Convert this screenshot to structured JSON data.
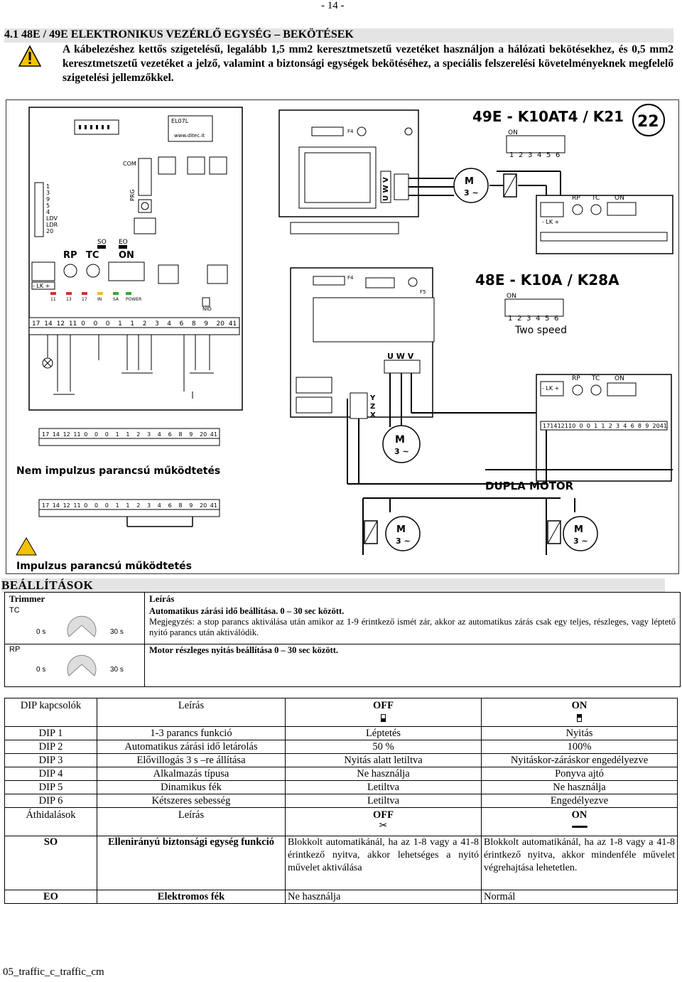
{
  "page_number": "- 14 -",
  "section_title": "4.1 48E / 49E ELEKTRONIKUS VEZÉRLŐ EGYSÉG – BEKÖTÉSEK",
  "warning_text": "A kábelezéshez kettős szigetelésű, legalább 1,5 mm2 keresztmetszetű vezetéket használjon a hálózati bekötésekhez, és 0,5 mm2 keresztmetszetű vezetéket a jelző, valamint a biztonsági egységek bekötéséhez, a speciális felszerelési követelményeknek megfelelő szigetelési jellemzőkkel.",
  "diagram": {
    "model_49e": "49E - K10AT4 / K21",
    "badge": "22",
    "model_48e": "48E - K10A / K28A",
    "two_speed": "Two speed",
    "dupla_motor": "DUPLA MOTOR",
    "nem_impulzus": "Nem impulzus parancsú működtetés",
    "impulzus": "Impulzus parancsú működtetés",
    "board_id": "EL07L",
    "website": "www.ditec.it",
    "com": "COM",
    "prg": "PRG",
    "so": "SO",
    "eo": "EO",
    "rp": "RP",
    "tc": "TC",
    "on": "ON",
    "lk": "- LK +",
    "f4": "F4",
    "f5": "F5",
    "uwv": "U W V",
    "yzx": [
      "Y",
      "Z",
      "X"
    ],
    "motor": "M",
    "motor_sub": "3 ~",
    "terminals": [
      "17",
      "14",
      "12",
      "11",
      "0",
      "0",
      "0",
      "1",
      "1",
      "2",
      "3",
      "4",
      "6",
      "8",
      "9",
      "20",
      "41"
    ],
    "side_labels": [
      "1",
      "3",
      "9",
      "5",
      "4",
      "LDV",
      "LDR",
      "20"
    ],
    "dip_nums": [
      "1",
      "2",
      "3",
      "4",
      "5",
      "6"
    ],
    "leds": [
      "11",
      "13",
      "17",
      "IN",
      "SA",
      "POWER"
    ],
    "nio": "NIO"
  },
  "settings_title": "BEÁLLÍTÁSOK",
  "trimmer_table": {
    "header_trimmer": "Trimmer",
    "header_desc": "Leírás",
    "rows": [
      {
        "name": "TC",
        "min": "0 s",
        "max": "30 s",
        "desc_bold": "Automatikus zárási idő beállítása. 0 – 30 sec között.",
        "desc": "Megjegyzés: a stop parancs aktiválása után amikor az 1-9 érintkező ismét zár, akkor az automatikus zárás csak egy teljes, részleges, vagy léptető nyitó parancs után aktiválódik."
      },
      {
        "name": "RP",
        "min": "0 s",
        "max": "30 s",
        "desc_bold": "Motor részleges nyitás beállítása 0 – 30 sec között.",
        "desc": ""
      }
    ]
  },
  "dip_table": {
    "headers": [
      "DIP kapcsolók",
      "Leírás",
      "OFF",
      "ON"
    ],
    "rows": [
      {
        "dip": "DIP 1",
        "desc": "1-3 parancs funkció",
        "off": "Léptetés",
        "on": "Nyitás"
      },
      {
        "dip": "DIP 2",
        "desc": "Automatikus zárási idő letárolás",
        "off": "50 %",
        "on": "100%"
      },
      {
        "dip": "DIP 3",
        "desc": "Elővillogás 3 s –re állítása",
        "off": "Nyitás alatt letiltva",
        "on": "Nyitáskor-záráskor engedélyezve"
      },
      {
        "dip": "DIP 4",
        "desc": "Alkalmazás típusa",
        "off": "Ne használja",
        "on": "Ponyva ajtó"
      },
      {
        "dip": "DIP 5",
        "desc": "Dinamikus fék",
        "off": "Letiltva",
        "on": "Ne használja"
      },
      {
        "dip": "DIP 6",
        "desc": "Kétszeres sebesség",
        "off": "Letiltva",
        "on": "Engedélyezve"
      }
    ]
  },
  "jumper_table": {
    "headers": [
      "Áthidalások",
      "Leírás",
      "OFF",
      "ON"
    ],
    "rows": [
      {
        "name": "SO",
        "desc": "Ellenirányú biztonsági egység funkció",
        "off": "Blokkolt automatikánál, ha az 1-8 vagy a 41-8 érintkező nyitva, akkor lehetséges a nyitó művelet aktiválása",
        "on": "Blokkolt automatikánál, ha az 1-8 vagy a 41-8 érintkező nyitva, akkor mindenféle művelet végrehajtása lehetetlen."
      },
      {
        "name": "EO",
        "desc": "Elektromos fék",
        "off": "Ne használja",
        "on": "Normál"
      }
    ]
  },
  "footer": "05_traffic_c_traffic_cm"
}
